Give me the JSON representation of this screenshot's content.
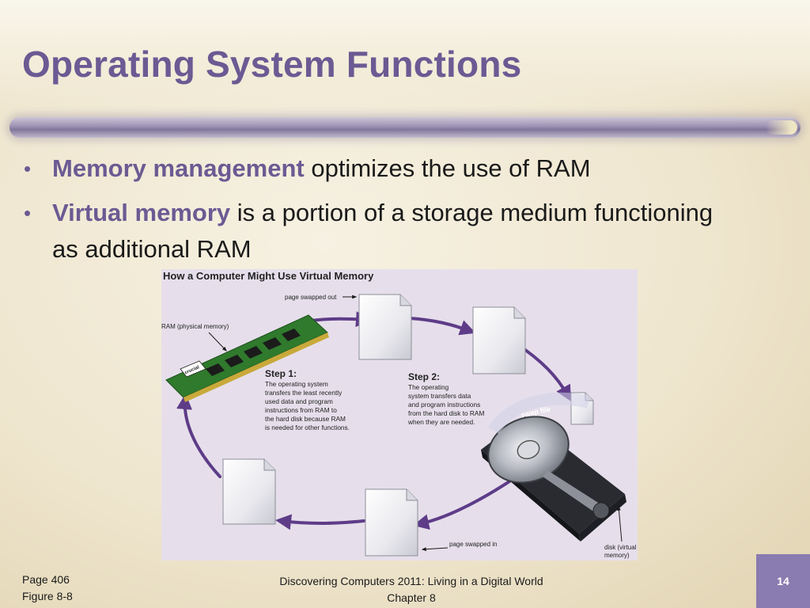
{
  "slide": {
    "title": "Operating System Functions",
    "bullets": [
      {
        "term": "Memory management",
        "text": " optimizes the use of RAM"
      },
      {
        "term": "Virtual memory",
        "text": " is a portion of a storage medium functioning as additional RAM"
      }
    ]
  },
  "figure": {
    "title": "How a Computer Might Use Virtual Memory",
    "labels": {
      "page_swapped_out": "page swapped out",
      "ram": "RAM (physical memory)",
      "swap_file": "swap file",
      "page_swapped_in": "page swapped in",
      "disk_line1": "disk (virtual",
      "disk_line2": "memory)",
      "chip_brand": "crucial"
    },
    "step1": {
      "heading": "Step 1:",
      "lines": [
        "The operating system",
        "transfers the least recently",
        "used data and program",
        "instructions from RAM to",
        "the hard disk because RAM",
        "is needed for other functions."
      ]
    },
    "step2": {
      "heading": "Step 2:",
      "lines": [
        "The operating",
        "system transfers data",
        "and program instructions",
        "from the hard disk to RAM",
        "when they are needed."
      ]
    }
  },
  "footer": {
    "page_ref": "Page 406",
    "figure_ref": "Figure 8-8",
    "book_title": "Discovering Computers 2011: Living in a Digital World",
    "chapter": "Chapter 8",
    "slide_number": "14"
  },
  "colors": {
    "accent": "#6b5a93",
    "arrow": "#5e3c88",
    "figure_bg": "#e6dfeb",
    "page_box": "#8a7bb0"
  }
}
